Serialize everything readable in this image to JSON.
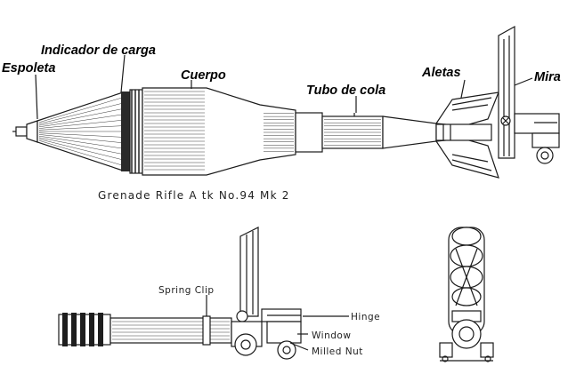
{
  "labels": {
    "espoleta": "Espoleta",
    "indicador": "Indicador de carga",
    "cuerpo": "Cuerpo",
    "tubo": "Tubo de cola",
    "aletas": "Aletas",
    "mira": "Mira"
  },
  "caption": "Grenade Rifle A tk No.94 Mk 2",
  "detail_labels": {
    "spring_clip": "Spring Clip",
    "hinge": "Hinge",
    "window": "Window",
    "milled_nut": "Milled Nut"
  }
}
